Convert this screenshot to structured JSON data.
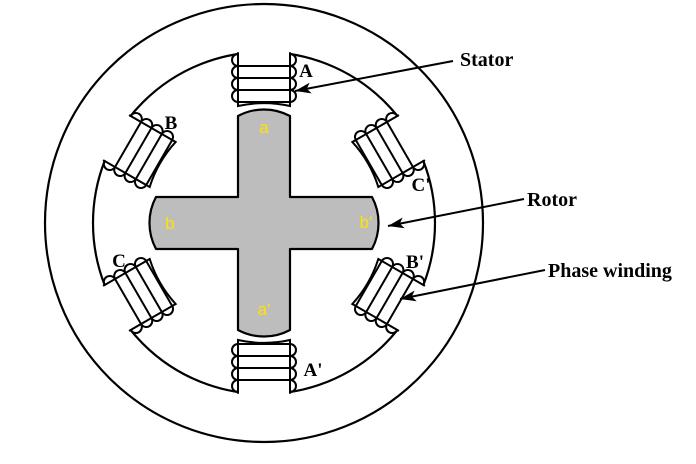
{
  "figure": {
    "annotations": {
      "stator": "Stator",
      "rotor": "Rotor",
      "phase_winding": "Phase winding"
    },
    "stator_poles": [
      {
        "label": "A"
      },
      {
        "label": "C'"
      },
      {
        "label": "B'"
      },
      {
        "label": "A'"
      },
      {
        "label": "C"
      },
      {
        "label": "B"
      }
    ],
    "rotor_poles": [
      {
        "label": "a"
      },
      {
        "label": "b"
      },
      {
        "label": "a'"
      },
      {
        "label": "b'"
      }
    ],
    "colors": {
      "line": "#000000",
      "rotor_fill": "#bdbdbd",
      "rotor_label_text": "#ffe400",
      "background": "#ffffff"
    }
  }
}
